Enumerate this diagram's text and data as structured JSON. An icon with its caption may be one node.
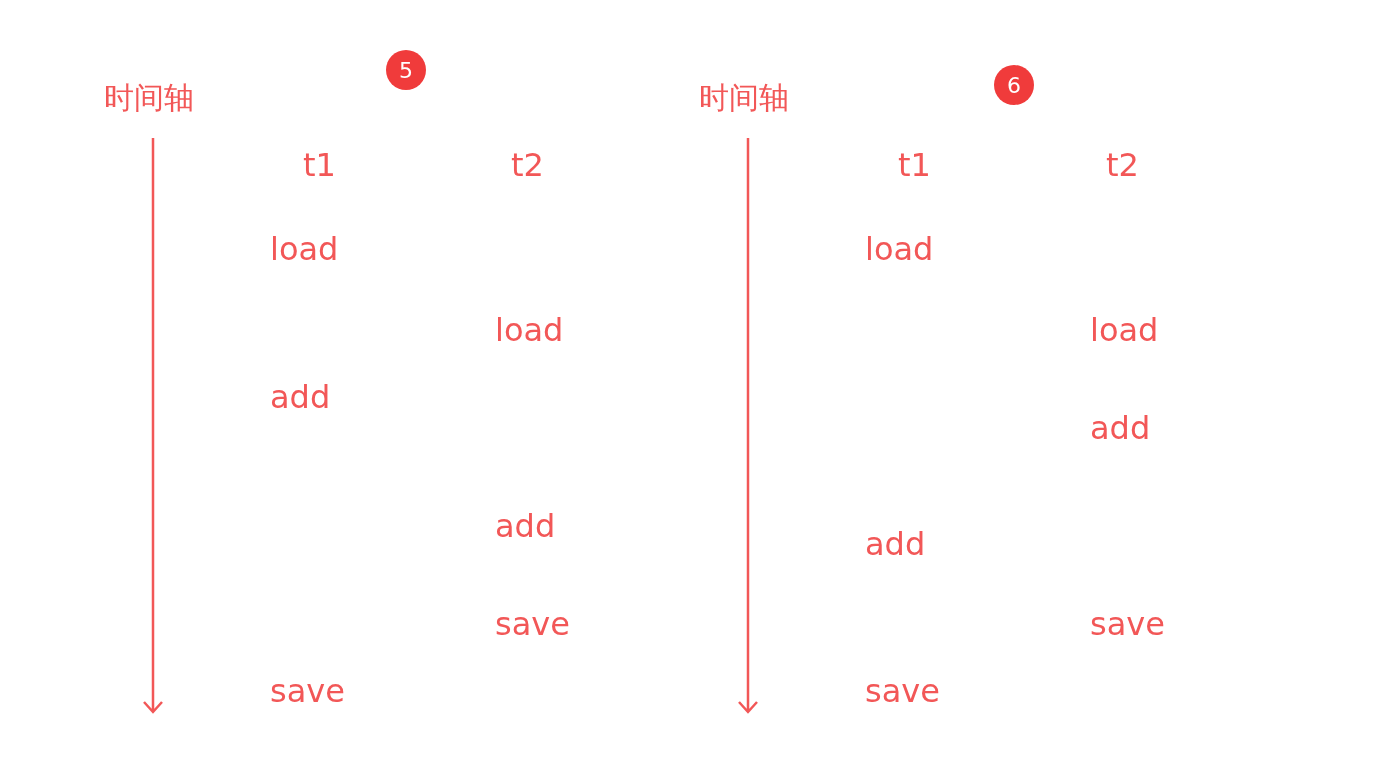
{
  "diagram": {
    "nodes": [
      {
        "text": [
          "5"
        ]
      },
      {
        "text": [
          "6"
        ]
      }
    ],
    "edges": [],
    "labels": [
      "时间轴",
      "t1",
      "t2",
      "load",
      "load",
      "add",
      "add",
      "save",
      "save",
      "时间轴",
      "t1",
      "t2",
      "load",
      "load",
      "add",
      "add",
      "save",
      "save"
    ]
  }
}
